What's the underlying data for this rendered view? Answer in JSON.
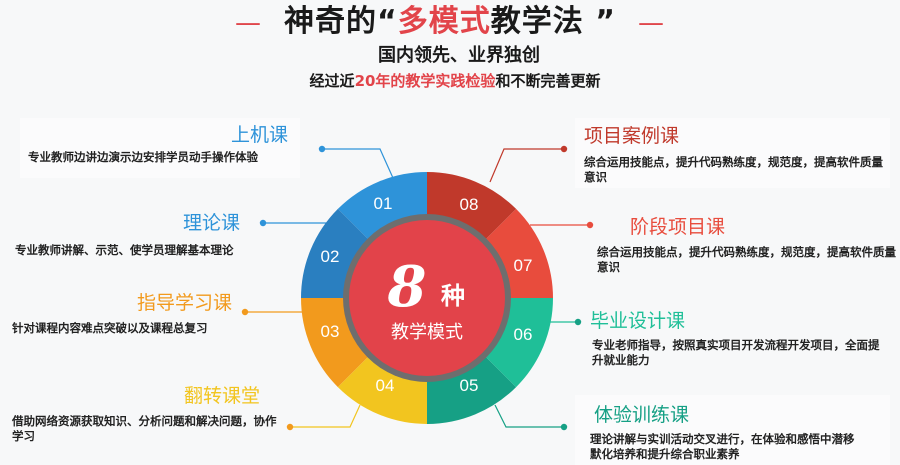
{
  "header": {
    "title_prefix": "神奇的“",
    "title_highlight": "多模式",
    "title_suffix": "教学法 ”",
    "dash_left": "—",
    "dash_right": "—",
    "subtitle": "国内领先、业界独创",
    "tagline_prefix": "经过近",
    "tagline_highlight": "20年的教学实践检验",
    "tagline_suffix": "和不断完善更新"
  },
  "center": {
    "number": "8",
    "unit": "种",
    "caption": "教学模式"
  },
  "colors": {
    "accent_red": "#e2444a",
    "seg_01": "#2e93d9",
    "seg_02": "#2a7fc0",
    "seg_03": "#f29a1d",
    "seg_04": "#f2c51f",
    "seg_05": "#16a085",
    "seg_06": "#1fbf98",
    "seg_07": "#e84c3d",
    "seg_08": "#c0392b",
    "center_fill": "#e2434a",
    "center_ring": "#6e6e6e"
  },
  "modes": [
    {
      "num": "01",
      "title": "上机课",
      "desc": "专业教师边讲边演示边安排学员动手操作体验",
      "color": "#2e93d9"
    },
    {
      "num": "02",
      "title": "理论课",
      "desc": "专业教师讲解、示范、使学员理解基本理论",
      "color": "#2e93d9"
    },
    {
      "num": "03",
      "title": "指导学习课",
      "desc": "针对课程内容难点突破以及课程总复习",
      "color": "#f29a1d"
    },
    {
      "num": "04",
      "title": "翻转课堂",
      "desc": "借助网络资源获取知识、分析问题和解决问题，协作学习",
      "color": "#f2c51f"
    },
    {
      "num": "05",
      "title": "体验训练课",
      "desc": "理论讲解与实训活动交叉进行，在体验和感悟中潜移默化培养和提升综合职业素养",
      "color": "#16a085"
    },
    {
      "num": "06",
      "title": "毕业设计课",
      "desc": "专业老师指导，按照真实项目开发流程开发项目，全面提升就业能力",
      "color": "#1fbf98"
    },
    {
      "num": "07",
      "title": "阶段项目课",
      "desc": "综合运用技能点，提升代码熟练度，规范度，提高软件质量意识",
      "color": "#e84c3d"
    },
    {
      "num": "08",
      "title": "项目案例课",
      "desc": "综合运用技能点，提升代码熟练度，规范度，提高软件质量意识",
      "color": "#c0392b"
    }
  ]
}
